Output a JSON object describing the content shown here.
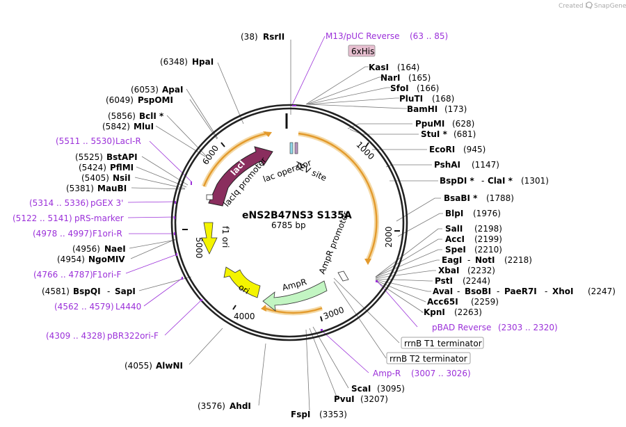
{
  "header": {
    "created_by": "Created by",
    "brand": "SnapGene"
  },
  "plasmid": {
    "name": "eNS2B47NS3 S135A",
    "length": "6785 bp"
  },
  "scale": {
    "t1000": "1000",
    "t2000": "2000",
    "t3000": "3000",
    "t4000": "4000",
    "t5000": "5000",
    "t6000": "6000"
  },
  "features": {
    "lacI": "lacI",
    "lacIq_promoter": "lacIq promoter",
    "lac_operator": "lac operator",
    "tev_site": "TEV site",
    "f1_ori": "f1 ori",
    "ampr_promoter": "AmpR promoter",
    "ampr": "AmpR",
    "ori": "ori"
  },
  "sites": {
    "RsrII": {
      "name": "RsrII",
      "pos": "(38)"
    },
    "HpaI": {
      "name": "HpaI",
      "pos": "(6348)"
    },
    "ApaI": {
      "name": "ApaI",
      "pos": "(6053)"
    },
    "PspOMI": {
      "name": "PspOMI",
      "pos": "(6049)"
    },
    "BclI": {
      "name": "BclI *",
      "pos": "(5856)"
    },
    "MluI": {
      "name": "MluI",
      "pos": "(5842)"
    },
    "BstAPI": {
      "name": "BstAPI",
      "pos": "(5525)"
    },
    "PflMI": {
      "name": "PflMI",
      "pos": "(5424)"
    },
    "NsiI": {
      "name": "NsiI",
      "pos": "(5405)"
    },
    "MauBI": {
      "name": "MauBI",
      "pos": "(5381)"
    },
    "NaeI": {
      "name": "NaeI",
      "pos": "(4956)"
    },
    "NgoMIV": {
      "name": "NgoMIV",
      "pos": "(4954)"
    },
    "BspQI": {
      "name": "BspQI",
      "pos": "(4581)"
    },
    "SapI": {
      "name": "SapI",
      "dash": "-"
    },
    "AlwNI": {
      "name": "AlwNI",
      "pos": "(4055)"
    },
    "AhdI": {
      "name": "AhdI",
      "pos": "(3576)"
    },
    "FspI": {
      "name": "FspI",
      "pos": "(3353)"
    },
    "PvuI": {
      "name": "PvuI",
      "pos": "(3207)"
    },
    "ScaI": {
      "name": "ScaI",
      "pos": "(3095)"
    },
    "KasI": {
      "name": "KasI",
      "pos": "(164)"
    },
    "NarI": {
      "name": "NarI",
      "pos": "(165)"
    },
    "SfoI": {
      "name": "SfoI",
      "pos": "(166)"
    },
    "PluTI": {
      "name": "PluTI",
      "pos": "(168)"
    },
    "BamHI": {
      "name": "BamHI",
      "pos": "(173)"
    },
    "PpuMI": {
      "name": "PpuMI",
      "pos": "(628)"
    },
    "StuI": {
      "name": "StuI *",
      "pos": "(681)"
    },
    "EcoRI": {
      "name": "EcoRI",
      "pos": "(945)"
    },
    "PshAI": {
      "name": "PshAI",
      "pos": "(1147)"
    },
    "BspDI": {
      "name": "BspDI *",
      "dash": "-"
    },
    "ClaI": {
      "name": "ClaI *",
      "pos": "(1301)"
    },
    "BsaBI": {
      "name": "BsaBI *",
      "pos": "(1788)"
    },
    "BlpI": {
      "name": "BlpI",
      "pos": "(1976)"
    },
    "SalI": {
      "name": "SalI",
      "pos": "(2198)"
    },
    "AccI": {
      "name": "AccI",
      "pos": "(2199)"
    },
    "SpeI": {
      "name": "SpeI",
      "pos": "(2210)"
    },
    "EagI": {
      "name": "EagI",
      "dash": "-"
    },
    "NotI": {
      "name": "NotI",
      "pos": "(2218)"
    },
    "XbaI": {
      "name": "XbaI",
      "pos": "(2232)"
    },
    "PstI": {
      "name": "PstI",
      "pos": "(2244)"
    },
    "AvaI": {
      "name": "AvaI",
      "dash1": "-",
      "dash2": "-",
      "dash3": "-"
    },
    "BsoBI": {
      "name": "BsoBI"
    },
    "PaeR7I": {
      "name": "PaeR7I"
    },
    "XhoI": {
      "name": "XhoI",
      "pos": "(2247)"
    },
    "Acc65I": {
      "name": "Acc65I",
      "pos": "(2259)"
    },
    "KpnI": {
      "name": "KpnI",
      "pos": "(2263)"
    }
  },
  "primers": {
    "M13": {
      "name": "M13/pUC Reverse",
      "range": "(63 .. 85)"
    },
    "LacIR": {
      "name": "LacI-R",
      "range": "(5511 .. 5530)"
    },
    "pGEX3": {
      "name": "pGEX 3'",
      "range": "(5314 .. 5336)"
    },
    "pRS": {
      "name": "pRS-marker",
      "range": "(5122 .. 5141)"
    },
    "F1oriR": {
      "name": "F1ori-R",
      "range": "(4978 .. 4997)"
    },
    "F1oriF": {
      "name": "F1ori-F",
      "range": "(4766 .. 4787)"
    },
    "L4440": {
      "name": "L4440",
      "range": "(4562 .. 4579)"
    },
    "pBR322": {
      "name": "pBR322ori-F",
      "range": "(4309 .. 4328)"
    },
    "pBAD": {
      "name": "pBAD Reverse",
      "range": "(2303 .. 2320)"
    },
    "AmpR": {
      "name": "Amp-R",
      "range": "(3007 .. 3026)"
    }
  },
  "boxes": {
    "his": "6xHis",
    "rrnB1": "rrnB T1 terminator",
    "rrnB2": "rrnB T2 terminator"
  },
  "colors": {
    "lacI": "#8a2e5e",
    "arrow_yellow": "#f4f400",
    "ampr_green": "#c2f5c2",
    "orange_arc": "#e39a2c",
    "primer_purple": "#9b30d9",
    "his_fill": "#e7bfd0"
  }
}
